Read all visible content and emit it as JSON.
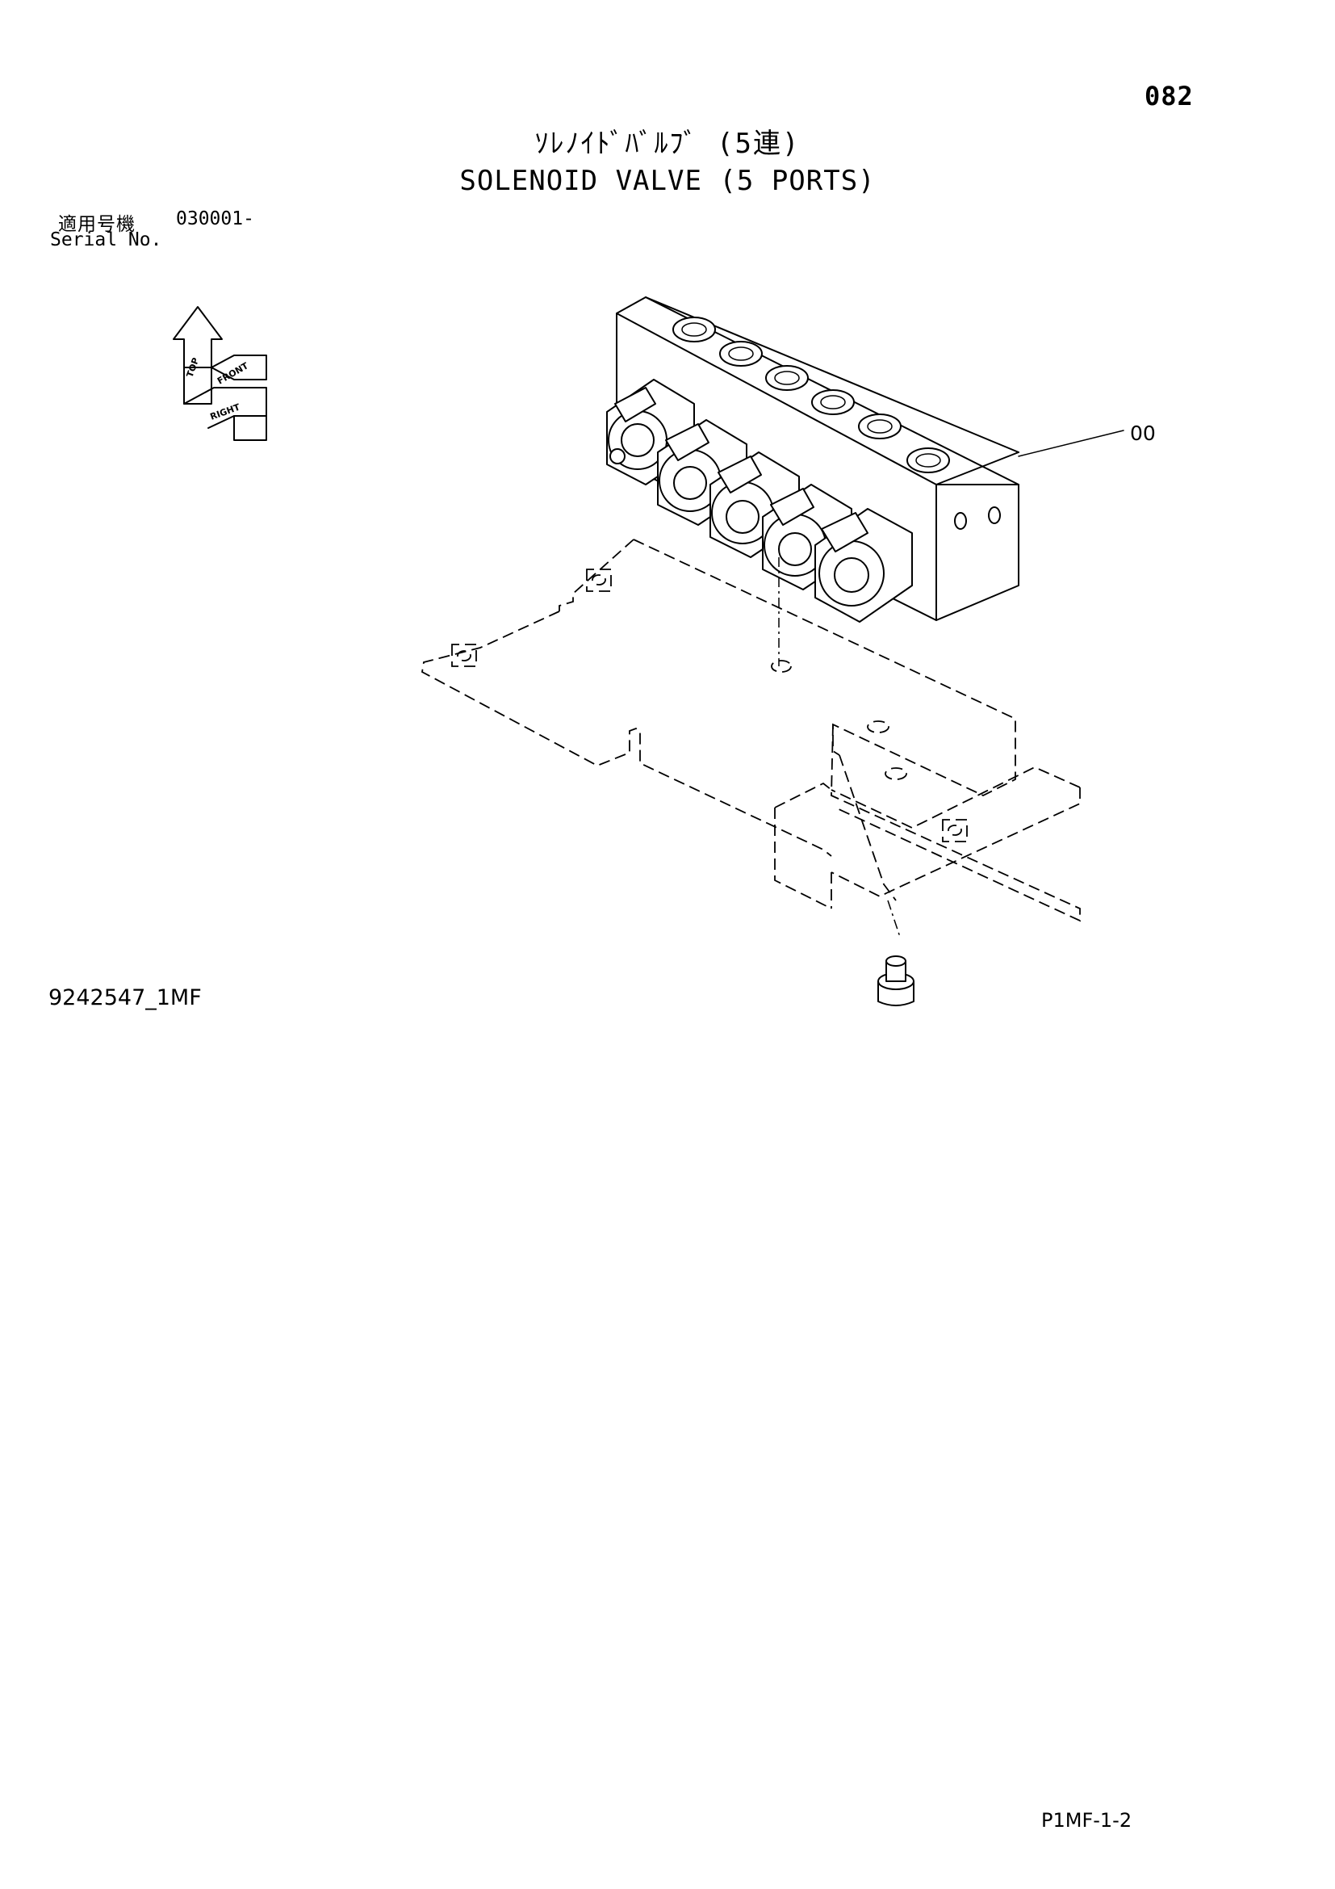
{
  "header": {
    "page_number": "082",
    "title_jp": "ｿﾚﾉｲﾄﾞﾊﾞﾙﾌﾞ (5連)",
    "title_en": "SOLENOID VALVE (5 PORTS)"
  },
  "serial": {
    "label_jp": "適用号機",
    "value": "030001-",
    "label_en": "Serial No."
  },
  "orientation": {
    "top": "TOP",
    "front": "FRONT",
    "right": "RIGHT"
  },
  "callouts": {
    "assembly": "00"
  },
  "footer": {
    "drawing_code": "9242547_1MF",
    "sheet_code": "P1MF-1-2"
  }
}
